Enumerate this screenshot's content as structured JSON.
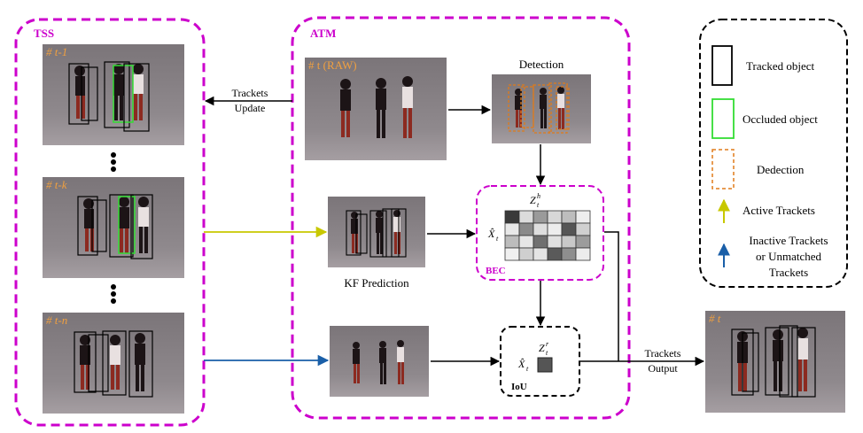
{
  "sections": {
    "tss": "TSS",
    "atm": "ATM",
    "bec": "BEC",
    "iou": "IoU"
  },
  "frames": {
    "t_minus_1": "# t-1",
    "t_minus_k": "# t-k",
    "t_minus_n": "# t-n",
    "raw": "# t (RAW)",
    "output": "# t"
  },
  "labels": {
    "trackets_update_line1": "Trackets",
    "trackets_update_line2": "Update",
    "detection": "Detection",
    "kf_prediction": "KF Prediction",
    "trackets_output_line1": "Trackets",
    "trackets_output_line2": "Output",
    "z_h": "Z",
    "z_h_sup": "h",
    "z_h_sub": "t",
    "x_hat": "X̂",
    "x_hat_sub": "t",
    "z_r": "Z",
    "z_r_sup": "r",
    "z_r_sub": "t",
    "x_hat2": "X̂",
    "x_hat2_sub": "t"
  },
  "legend": {
    "tracked": "Tracked object",
    "occluded": "Occluded object",
    "detection": "Dedection",
    "active": "Active Trackets",
    "inactive_line1": "Inactive Trackets",
    "inactive_line2": "or Unmatched",
    "inactive_line3": "Trackets"
  },
  "colors": {
    "magenta": "#cc00cc",
    "tracked": "#000000",
    "occluded": "#33dd33",
    "detection": "#e07b1a",
    "active": "#cccc00",
    "inactive": "#1a5fa8"
  }
}
